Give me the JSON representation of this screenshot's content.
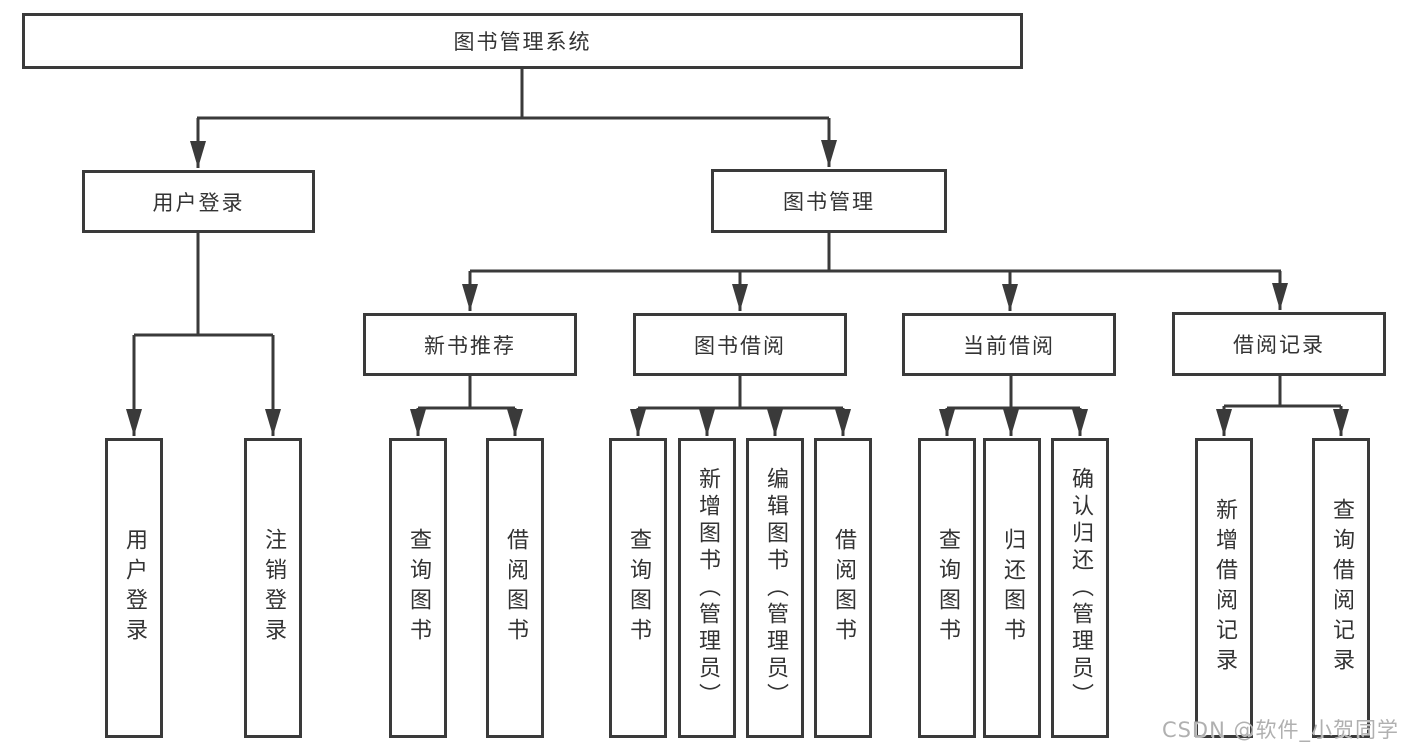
{
  "diagram": {
    "type": "hierarchy-diagram",
    "root": {
      "label": "图书管理系统"
    },
    "level2": [
      {
        "id": "user-login",
        "label": "用户登录",
        "parent": "图书管理系统"
      },
      {
        "id": "book-management",
        "label": "图书管理",
        "parent": "图书管理系统"
      }
    ],
    "level3": [
      {
        "id": "new-book-recommendation",
        "label": "新书推荐",
        "parent": "图书管理"
      },
      {
        "id": "book-borrowing",
        "label": "图书借阅",
        "parent": "图书管理"
      },
      {
        "id": "current-borrowing",
        "label": "当前借阅",
        "parent": "图书管理"
      },
      {
        "id": "borrowing-records",
        "label": "借阅记录",
        "parent": "图书管理"
      }
    ],
    "level4": [
      {
        "label": "用户登录",
        "parent": "用户登录"
      },
      {
        "label": "注销登录",
        "parent": "用户登录"
      },
      {
        "label": "查询图书",
        "parent": "新书推荐"
      },
      {
        "label": "借阅图书",
        "parent": "新书推荐"
      },
      {
        "label": "查询图书",
        "parent": "图书借阅"
      },
      {
        "label": "新增图书（管理员）",
        "parent": "图书借阅"
      },
      {
        "label": "编辑图书（管理员）",
        "parent": "图书借阅"
      },
      {
        "label": "借阅图书",
        "parent": "图书借阅"
      },
      {
        "label": "查询图书",
        "parent": "当前借阅"
      },
      {
        "label": "归还图书",
        "parent": "当前借阅"
      },
      {
        "label": "确认归还（管理员）",
        "parent": "当前借阅"
      },
      {
        "label": "新增借阅记录",
        "parent": "借阅记录"
      },
      {
        "label": "查询借阅记录",
        "parent": "借阅记录"
      }
    ],
    "colors": {
      "line": "#3a3a3a",
      "text": "#333333",
      "box_background": "#ffffff",
      "background": "#ffffff",
      "watermark": "#b0b0b0"
    }
  },
  "watermark": {
    "text": "CSDN @软件_小贺同学"
  }
}
